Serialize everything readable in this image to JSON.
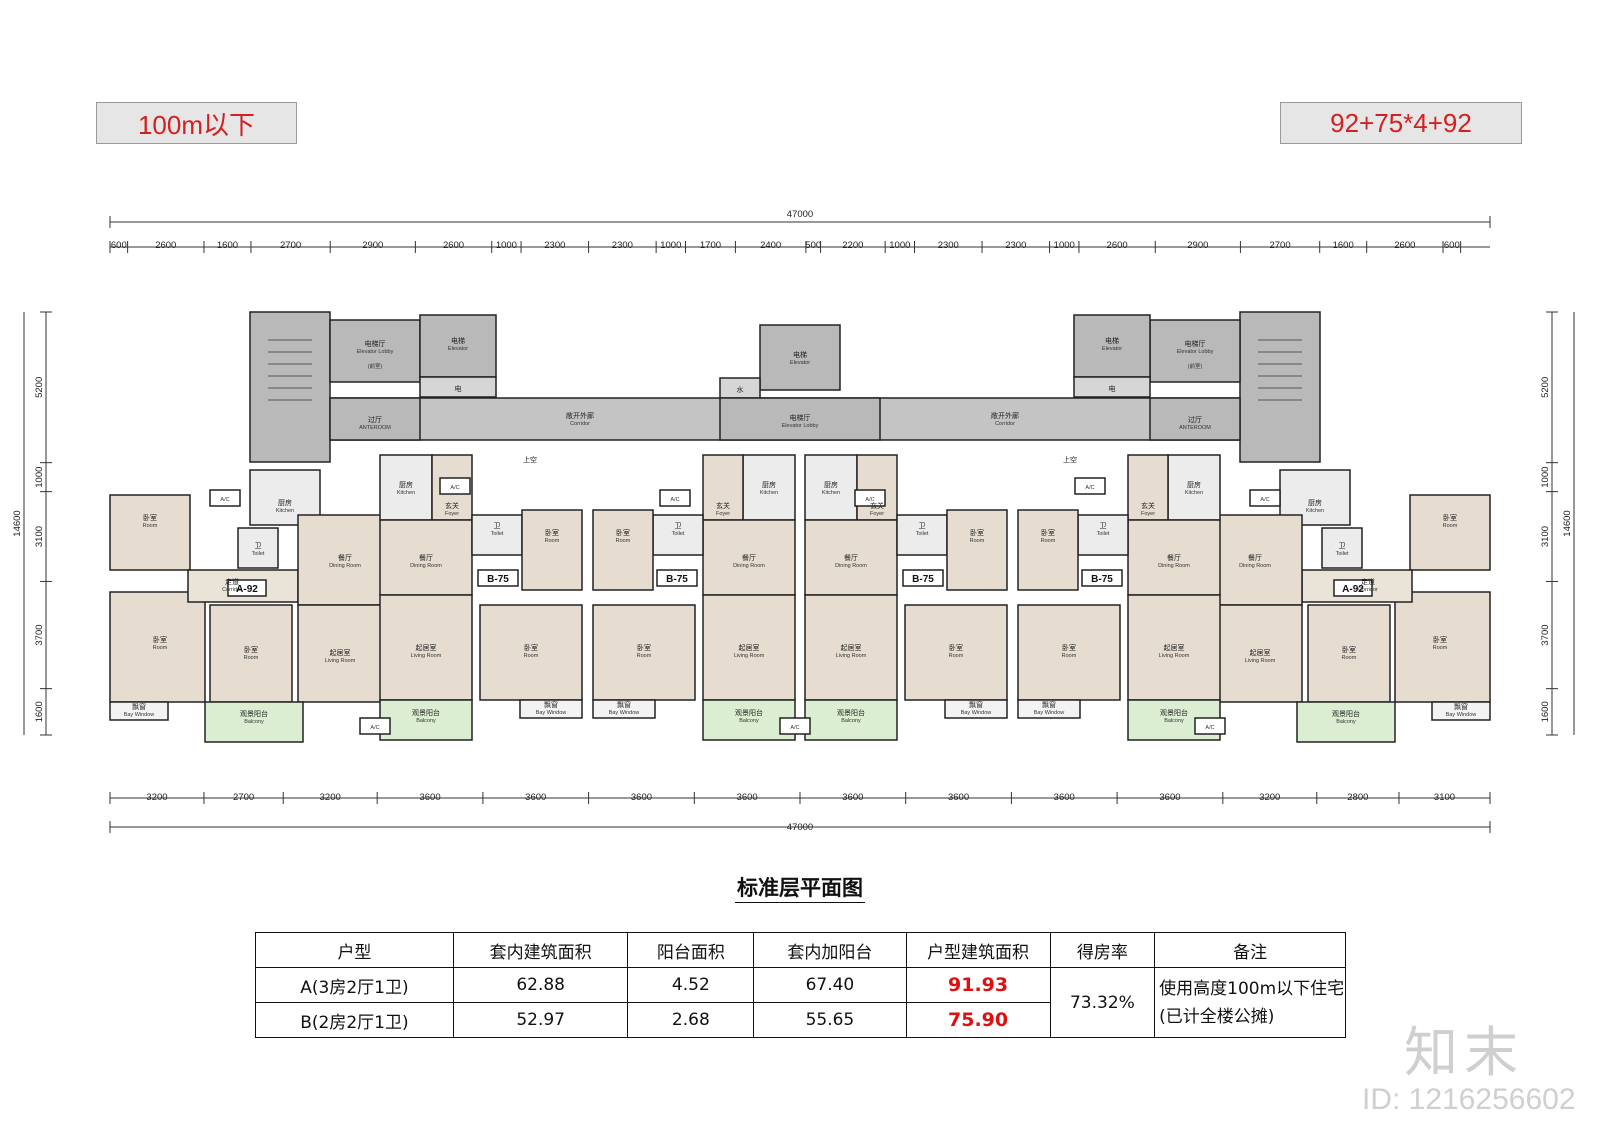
{
  "tags": {
    "left": "100m以下",
    "right": "92+75*4+92"
  },
  "dimensions": {
    "total": "47000",
    "top": [
      "600",
      "2600",
      "1600",
      "2700",
      "2900",
      "2600",
      "1000",
      "2300",
      "2300",
      "1000",
      "1700",
      "2400",
      "500",
      "2200",
      "1000",
      "2300",
      "2300",
      "1000",
      "2600",
      "2900",
      "2700",
      "1600",
      "2600",
      "600"
    ],
    "bottom": [
      "3200",
      "2700",
      "3200",
      "3600",
      "3600",
      "3600",
      "3600",
      "3600",
      "3600",
      "3600",
      "3600",
      "3200",
      "2800",
      "3100"
    ],
    "left": [
      "5200",
      "1000",
      "3100",
      "3700",
      "1600"
    ],
    "right": [
      "5200",
      "1000",
      "3100",
      "3700",
      "1600"
    ],
    "depth_total": "14600"
  },
  "plan_labels": {
    "stair": "",
    "elevator_lobby": "电梯厅",
    "elevator_lobby_en": "Elevator Lobby",
    "front_room": "(前室)",
    "elevator": "电梯",
    "elevator_en": "Elevator",
    "elec": "电",
    "water": "水",
    "anteroom": "过厅",
    "anteroom_en": "ANTEROOM",
    "corridor_open": "敞开外廊",
    "corridor_en": "Corridor",
    "void": "上空",
    "kitchen": "厨房",
    "kitchen_en": "Kitchen",
    "foyer": "玄关",
    "foyer_en": "Foyer",
    "dining": "餐厅",
    "dining_en": "Dining Room",
    "bedroom": "卧室",
    "bedroom_en": "Room",
    "toilet": "卫",
    "toilet_en": "Toilet",
    "hall": "走道",
    "hall_en": "Corridor",
    "living": "起居室",
    "living_en": "Living Room",
    "bay": "飘窗",
    "bay_en": "Bay Window",
    "balcony": "观景阳台",
    "balcony_en": "Balcony",
    "ac": "A/C",
    "unit_a": "A-92",
    "unit_b": "B-75"
  },
  "plan_title": "标准层平面图",
  "area_table": {
    "headers": [
      "户型",
      "套内建筑面积",
      "阳台面积",
      "套内加阳台",
      "户型建筑面积",
      "得房率",
      "备注"
    ],
    "rows": [
      {
        "type": "A(3房2厅1卫)",
        "inner": "62.88",
        "balcony": "4.52",
        "inner_balcony": "67.40",
        "gross": "91.93"
      },
      {
        "type": "B(2房2厅1卫)",
        "inner": "52.97",
        "balcony": "2.68",
        "inner_balcony": "55.65",
        "gross": "75.90"
      }
    ],
    "efficiency": "73.32%",
    "note": "使用高度100m以下住宅(已计全楼公摊)"
  },
  "watermark": {
    "brand": "知末",
    "id": "ID: 1216256602"
  },
  "colors": {
    "accent_red": "#d42020",
    "core_gray": "#b9b9b9",
    "room_beige": "#e6ddd0",
    "balcony_green": "#dbeed2"
  }
}
